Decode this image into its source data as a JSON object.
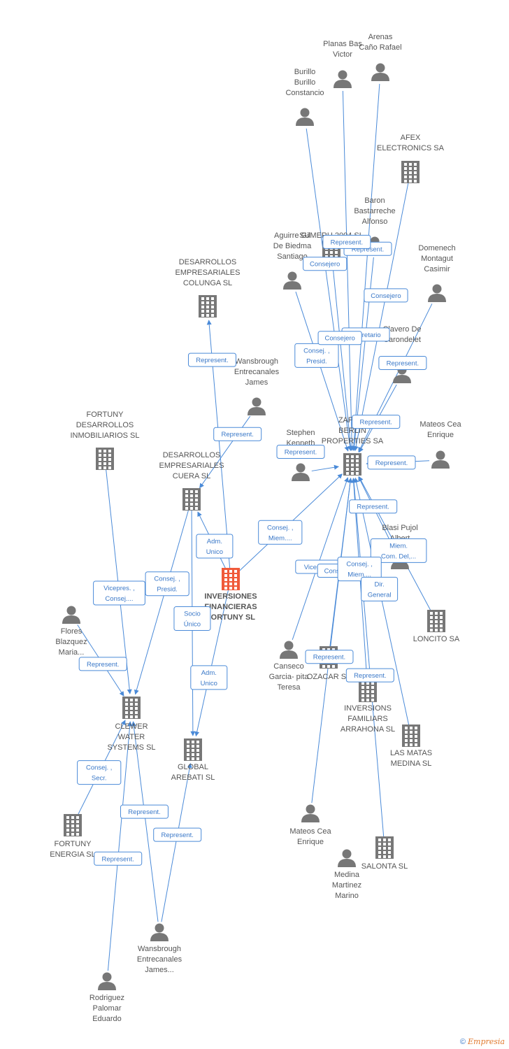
{
  "colors": {
    "edge": "#4a8ad8",
    "node": "#777777",
    "main": "#f05a3a",
    "label": "#555555"
  },
  "nodes": [
    {
      "id": "main",
      "kind": "company",
      "main": true,
      "lines": [
        "INVERSIONES",
        "FINANCIERAS",
        "FORTUNY SL"
      ]
    },
    {
      "id": "arenas",
      "kind": "person",
      "lines": [
        "Arenas",
        "Caño Rafael"
      ]
    },
    {
      "id": "planas",
      "kind": "person",
      "lines": [
        "Planas Bas",
        "Victor"
      ]
    },
    {
      "id": "burillo",
      "kind": "person",
      "lines": [
        "Burillo",
        "Burillo",
        "Constancio"
      ]
    },
    {
      "id": "afex",
      "kind": "company",
      "lines": [
        "AFEX",
        "ELECTRONICS SA"
      ]
    },
    {
      "id": "baron",
      "kind": "person",
      "lines": [
        "Baron",
        "Bastarreche",
        "Alfonso"
      ]
    },
    {
      "id": "aguirre",
      "kind": "person",
      "lines": [
        "Aguirre Gil",
        "De Biedma",
        "Santiago"
      ]
    },
    {
      "id": "sumeru",
      "kind": "company",
      "lines": [
        "SUMERU 2004 SL"
      ]
    },
    {
      "id": "domenech",
      "kind": "person",
      "lines": [
        "Domenech",
        "Montagut",
        "Casimir"
      ]
    },
    {
      "id": "desa_colunga",
      "kind": "company",
      "lines": [
        "DESARROLLOS",
        "EMPRESARIALES",
        "COLUNGA SL"
      ]
    },
    {
      "id": "clavero",
      "kind": "person",
      "lines": [
        "Clavero De",
        "Carondelet"
      ]
    },
    {
      "id": "wansbrough1",
      "kind": "person",
      "lines": [
        "Wansbrough",
        "Entrecanales",
        "James"
      ]
    },
    {
      "id": "fortuny_des",
      "kind": "company",
      "lines": [
        "FORTUNY",
        "DESARROLLOS",
        "INMOBILIARIOS SL"
      ]
    },
    {
      "id": "zaphir",
      "kind": "company",
      "lines": [
        "ZAPHIR",
        "BERLIN",
        "PROPERTIES SA"
      ]
    },
    {
      "id": "stephen",
      "kind": "person",
      "lines": [
        "Stephen",
        "Kenneth"
      ]
    },
    {
      "id": "mateos1",
      "kind": "person",
      "lines": [
        "Mateos Cea",
        "Enrique"
      ]
    },
    {
      "id": "desa_cuera",
      "kind": "company",
      "lines": [
        "DESARROLLOS",
        "EMPRESARIALES",
        "CUERA SL"
      ]
    },
    {
      "id": "blasi",
      "kind": "person",
      "lines": [
        "Blasi Pujol",
        "Albert"
      ]
    },
    {
      "id": "loncito",
      "kind": "company",
      "lines": [
        "LONCITO SA"
      ]
    },
    {
      "id": "flores",
      "kind": "person",
      "lines": [
        "Flores",
        "Blazquez",
        "Maria..."
      ]
    },
    {
      "id": "canseco",
      "kind": "person",
      "lines": [
        "Canseco",
        "Garcia- pita",
        "Teresa"
      ]
    },
    {
      "id": "ozacar",
      "kind": "company",
      "lines": [
        "OZACAR SL"
      ]
    },
    {
      "id": "inversions",
      "kind": "company",
      "lines": [
        "INVERSIONS",
        "FAMILIARS",
        "ARRAHONA SL"
      ]
    },
    {
      "id": "clewer",
      "kind": "company",
      "lines": [
        "CLEWER",
        "WATER",
        "SYSTEMS SL"
      ]
    },
    {
      "id": "global",
      "kind": "company",
      "lines": [
        "GLOBAL",
        "AREBATI SL"
      ]
    },
    {
      "id": "lasmatas",
      "kind": "company",
      "lines": [
        "LAS MATAS",
        "MEDINA SL"
      ]
    },
    {
      "id": "fortuny_en",
      "kind": "company",
      "lines": [
        "FORTUNY",
        "ENERGIA SL"
      ]
    },
    {
      "id": "mateos2",
      "kind": "person",
      "lines": [
        "Mateos Cea",
        "Enrique"
      ]
    },
    {
      "id": "salonta",
      "kind": "company",
      "lines": [
        "SALONTA SL"
      ]
    },
    {
      "id": "medina",
      "kind": "person",
      "lines": [
        "Medina",
        "Martinez",
        "Marino"
      ]
    },
    {
      "id": "wansbrough2",
      "kind": "person",
      "lines": [
        "Wansbrough",
        "Entrecanales",
        "James..."
      ]
    },
    {
      "id": "rodriguez",
      "kind": "person",
      "lines": [
        "Rodriguez",
        "Palomar",
        "Eduardo"
      ]
    }
  ],
  "edges": [
    {
      "from": "arenas",
      "to": "zaphir",
      "label": [
        "Represent."
      ]
    },
    {
      "from": "planas",
      "to": "zaphir",
      "label": [
        "Represent."
      ]
    },
    {
      "from": "burillo",
      "to": "zaphir",
      "label": [
        "Consejero"
      ]
    },
    {
      "from": "afex",
      "to": "zaphir",
      "label": [
        "Consejero"
      ]
    },
    {
      "from": "baron",
      "to": "zaphir",
      "label": [
        "Secretario"
      ]
    },
    {
      "from": "aguirre",
      "to": "zaphir",
      "label": [
        "Consej. ,",
        "Presid."
      ]
    },
    {
      "from": "sumeru",
      "to": "zaphir",
      "label": [
        "Consejero"
      ]
    },
    {
      "from": "domenech",
      "to": "zaphir",
      "label": [
        "Represent."
      ]
    },
    {
      "from": "clavero",
      "to": "zaphir",
      "label": [
        "Represent."
      ]
    },
    {
      "from": "main",
      "to": "desa_colunga",
      "label": [
        "Represent."
      ]
    },
    {
      "from": "wansbrough1",
      "to": "desa_cuera",
      "label": [
        "Represent."
      ]
    },
    {
      "from": "main",
      "to": "desa_cuera",
      "label": [
        "Adm.",
        "Unico"
      ]
    },
    {
      "from": "main",
      "to": "zaphir",
      "label": [
        "Consej. ,",
        "Miem...."
      ]
    },
    {
      "from": "stephen",
      "to": "zaphir",
      "label": [
        "Represent."
      ]
    },
    {
      "from": "mateos1",
      "to": "zaphir",
      "label": [
        "Represent."
      ]
    },
    {
      "from": "blasi",
      "to": "zaphir",
      "label": [
        "Represent."
      ]
    },
    {
      "from": "loncito",
      "to": "zaphir",
      "label": [
        "Miem.",
        "Com. Del,..."
      ]
    },
    {
      "from": "canseco",
      "to": "zaphir",
      "label": [
        "Vicesecr."
      ]
    },
    {
      "from": "ozacar",
      "to": "zaphir",
      "label": [
        "Consejero"
      ]
    },
    {
      "from": "inversions",
      "to": "zaphir",
      "label": [
        "Consej. ,",
        "Miem...."
      ]
    },
    {
      "from": "lasmatas",
      "to": "zaphir",
      "label": [
        "Dir.",
        "General"
      ]
    },
    {
      "from": "mateos2",
      "to": "zaphir",
      "label": [
        "Represent."
      ]
    },
    {
      "from": "salonta",
      "to": "zaphir",
      "label": [
        "Represent."
      ]
    },
    {
      "from": "fortuny_des",
      "to": "clewer",
      "label": [
        "Vicepres. ,",
        "Consej...."
      ]
    },
    {
      "from": "flores",
      "to": "clewer",
      "label": [
        "Represent."
      ]
    },
    {
      "from": "desa_cuera",
      "to": "clewer",
      "label": [
        "Consej. ,",
        "Presid."
      ]
    },
    {
      "from": "desa_cuera",
      "to": "global",
      "label": [
        "Socio",
        "Único"
      ]
    },
    {
      "from": "main",
      "to": "global",
      "label": [
        "Adm.",
        "Unico"
      ]
    },
    {
      "from": "fortuny_en",
      "to": "clewer",
      "label": [
        "Consej. ,",
        "Secr."
      ]
    },
    {
      "from": "wansbrough2",
      "to": "clewer",
      "label": [
        "Represent."
      ]
    },
    {
      "from": "wansbrough2",
      "to": "global",
      "label": [
        "Represent."
      ]
    },
    {
      "from": "rodriguez",
      "to": "clewer",
      "label": [
        "Represent."
      ]
    }
  ],
  "footer": {
    "copyright": "©",
    "brand": "Empresia"
  }
}
